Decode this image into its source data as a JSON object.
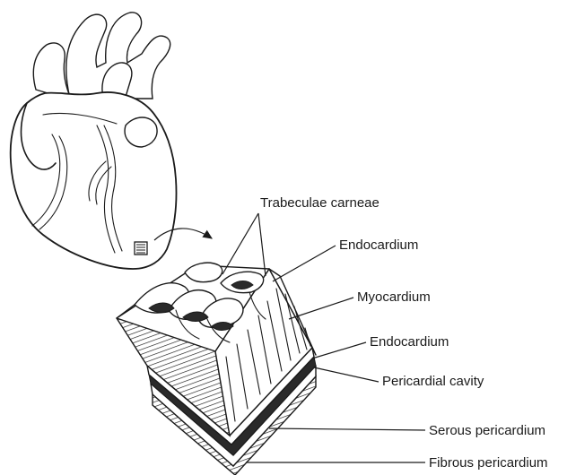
{
  "labels": {
    "trabeculae": "Trabeculae carneae",
    "endocardium_top": "Endocardium",
    "myocardium": "Myocardium",
    "endocardium_lower": "Endocardium",
    "pericardial_cavity": "Pericardial cavity",
    "serous_pericardium": "Serous pericardium",
    "fibrous_pericardium": "Fibrous pericardium"
  },
  "colors": {
    "ink": "#1a1a1a",
    "background": "#ffffff"
  }
}
